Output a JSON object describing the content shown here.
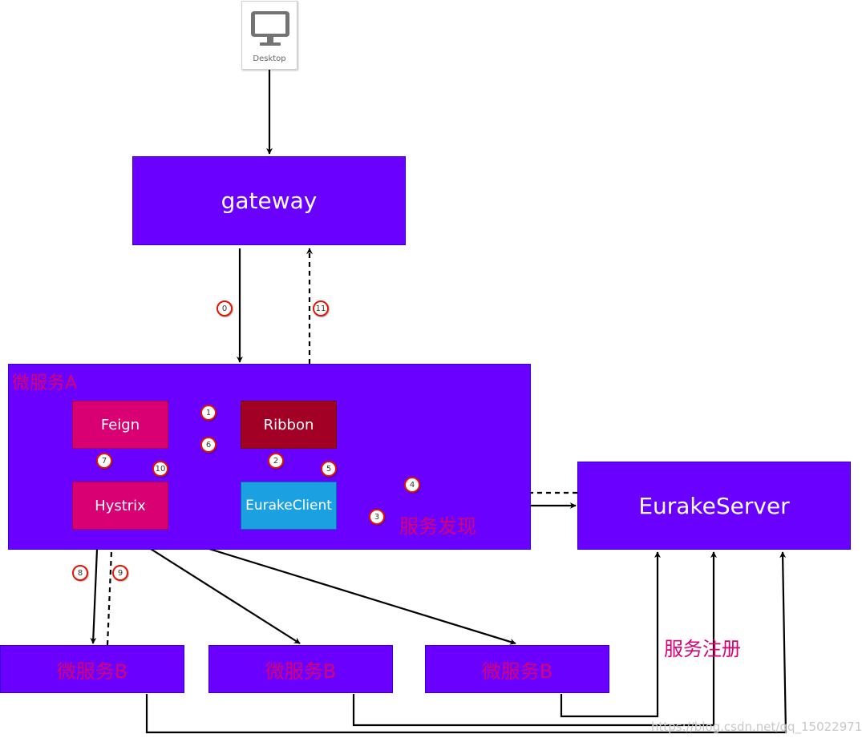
{
  "desktop": {
    "label": "Desktop"
  },
  "gateway": {
    "label": "gateway"
  },
  "microservice_a": {
    "title": "微服务A",
    "feign": "Feign",
    "ribbon": "Ribbon",
    "hystrix": "Hystrix",
    "eureka_client": "EurakeClient"
  },
  "eureka_server": {
    "label": "EurakeServer"
  },
  "microservice_b": [
    "微服务B",
    "微服务B",
    "微服务B"
  ],
  "annotations": {
    "discovery": "服务发现",
    "registration": "服务注册"
  },
  "steps": [
    "0",
    "1",
    "2",
    "3",
    "4",
    "5",
    "6",
    "7",
    "8",
    "9",
    "10",
    "11"
  ],
  "watermark": "https://blog.csdn.net/qq_15022971",
  "colors": {
    "purple": "#6a00ff",
    "magenta": "#d80073",
    "crimson": "#a20025",
    "blue": "#1ba1e2",
    "badge_border": "#e51400"
  }
}
